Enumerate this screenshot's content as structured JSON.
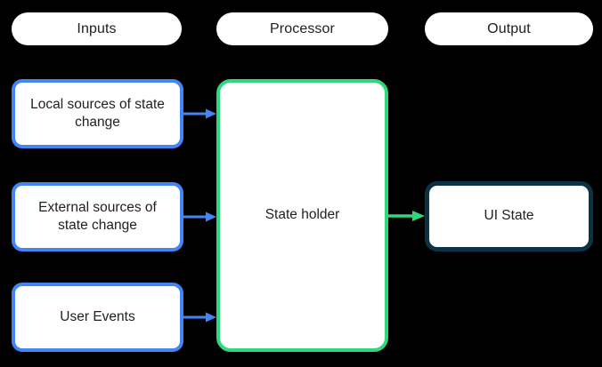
{
  "diagram": {
    "columns": [
      {
        "id": "inputs",
        "label": "Inputs"
      },
      {
        "id": "processor",
        "label": "Processor"
      },
      {
        "id": "output",
        "label": "Output"
      }
    ],
    "input_nodes": [
      {
        "label": "Local sources of state\nchange"
      },
      {
        "label": "External sources of\nstate change"
      },
      {
        "label": "User Events"
      }
    ],
    "processor_node": {
      "label": "State holder"
    },
    "output_node": {
      "label": "UI State"
    },
    "connectors": [
      {
        "from": "Local sources of state change",
        "to": "State holder",
        "color_name": "blue"
      },
      {
        "from": "External sources of state change",
        "to": "State holder",
        "color_name": "blue"
      },
      {
        "from": "User Events",
        "to": "State holder",
        "color_name": "blue"
      },
      {
        "from": "State holder",
        "to": "UI State",
        "color_name": "green"
      }
    ],
    "colors": {
      "background": "#000000",
      "node_fill": "#ffffff",
      "text": "#202124",
      "input_border": "#4285f4",
      "processor_border": "#31d77c",
      "output_border": "#0c3343",
      "arrow_blue": "#4285f4",
      "arrow_green": "#31d77c"
    }
  }
}
